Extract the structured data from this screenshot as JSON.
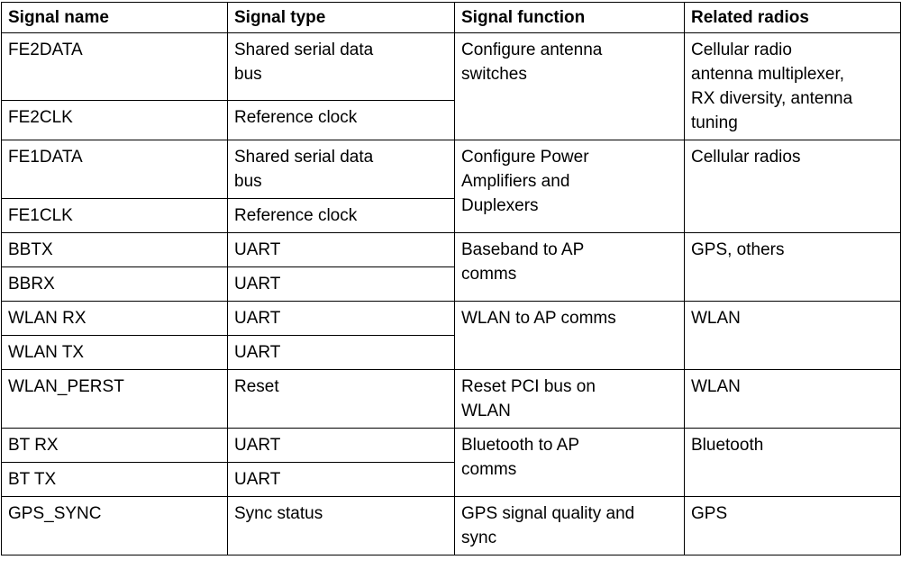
{
  "table": {
    "headers": [
      "Signal name",
      "Signal type",
      "Signal function",
      "Related radios"
    ],
    "groups": [
      {
        "function": "Configure antenna\nswitches",
        "radios": "Cellular radio\nantenna multiplexer,\nRX diversity, antenna\ntuning",
        "rows": [
          {
            "name": "FE2DATA",
            "type": "Shared serial data\nbus"
          },
          {
            "name": "FE2CLK",
            "type": "Reference clock"
          }
        ]
      },
      {
        "function": "Configure Power\nAmplifiers and\nDuplexers",
        "radios": "Cellular radios",
        "rows": [
          {
            "name": "FE1DATA",
            "type": "Shared serial data\nbus"
          },
          {
            "name": "FE1CLK",
            "type": "Reference clock"
          }
        ]
      },
      {
        "function": "Baseband to AP\ncomms",
        "radios": "GPS, others",
        "rows": [
          {
            "name": "BBTX",
            "type": "UART"
          },
          {
            "name": "BBRX",
            "type": "UART"
          }
        ]
      },
      {
        "function": "WLAN to AP comms",
        "radios": "WLAN",
        "rows": [
          {
            "name": "WLAN RX",
            "type": "UART"
          },
          {
            "name": "WLAN TX",
            "type": "UART"
          }
        ]
      },
      {
        "function": "Reset PCI bus on\nWLAN",
        "radios": "WLAN",
        "rows": [
          {
            "name": "WLAN_PERST",
            "type": "Reset"
          }
        ]
      },
      {
        "function": "Bluetooth to AP\ncomms",
        "radios": "Bluetooth",
        "rows": [
          {
            "name": "BT RX",
            "type": "UART"
          },
          {
            "name": "BT TX",
            "type": "UART"
          }
        ]
      },
      {
        "function": "GPS signal quality and\nsync",
        "radios": "GPS",
        "rows": [
          {
            "name": "GPS_SYNC",
            "type": "Sync status"
          }
        ]
      }
    ]
  }
}
